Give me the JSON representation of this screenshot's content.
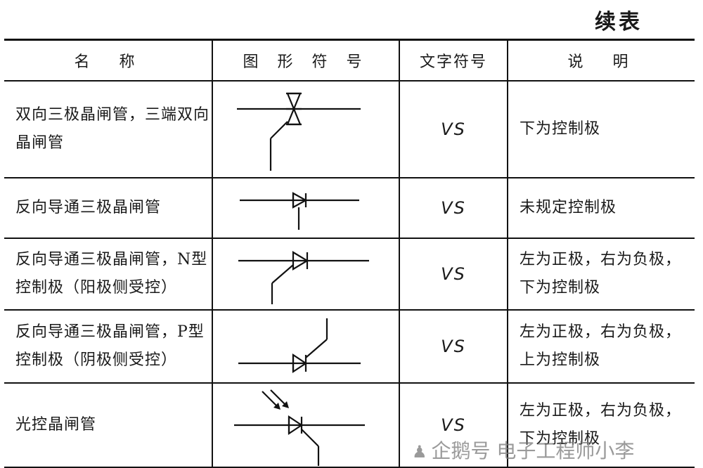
{
  "heading": "续表",
  "columns": [
    "名　称",
    "图 形 符 号",
    "文字符号",
    "说　明"
  ],
  "rows": [
    {
      "name": "双向三极晶闸管，三端双向晶闸管",
      "symbol_icon": "bidirectional-triode-thyristor-symbol",
      "code": "VS",
      "note": "下为控制极"
    },
    {
      "name": "反向导通三极晶闸管",
      "symbol_icon": "reverse-conducting-triode-thyristor-symbol",
      "code": "VS",
      "note": "未规定控制极"
    },
    {
      "name": "反向导通三极晶闸管，N型控制极（阳极侧受控）",
      "symbol_icon": "reverse-conducting-thyristor-n-gate-symbol",
      "code": "VS",
      "note": "左为正极，右为负极，下为控制极"
    },
    {
      "name": "反向导通三极晶闸管，P型控制极（阴极侧受控）",
      "symbol_icon": "reverse-conducting-thyristor-p-gate-symbol",
      "code": "VS",
      "note": "左为正极，右为负极，上为控制极"
    },
    {
      "name": "光控晶闸管",
      "symbol_icon": "light-activated-thyristor-symbol",
      "code": "VS",
      "note": "左为正极，右为负极，下为控制极"
    }
  ],
  "watermark": {
    "icon": "penguin-icon",
    "text": "企鹅号 电子工程师小李"
  }
}
